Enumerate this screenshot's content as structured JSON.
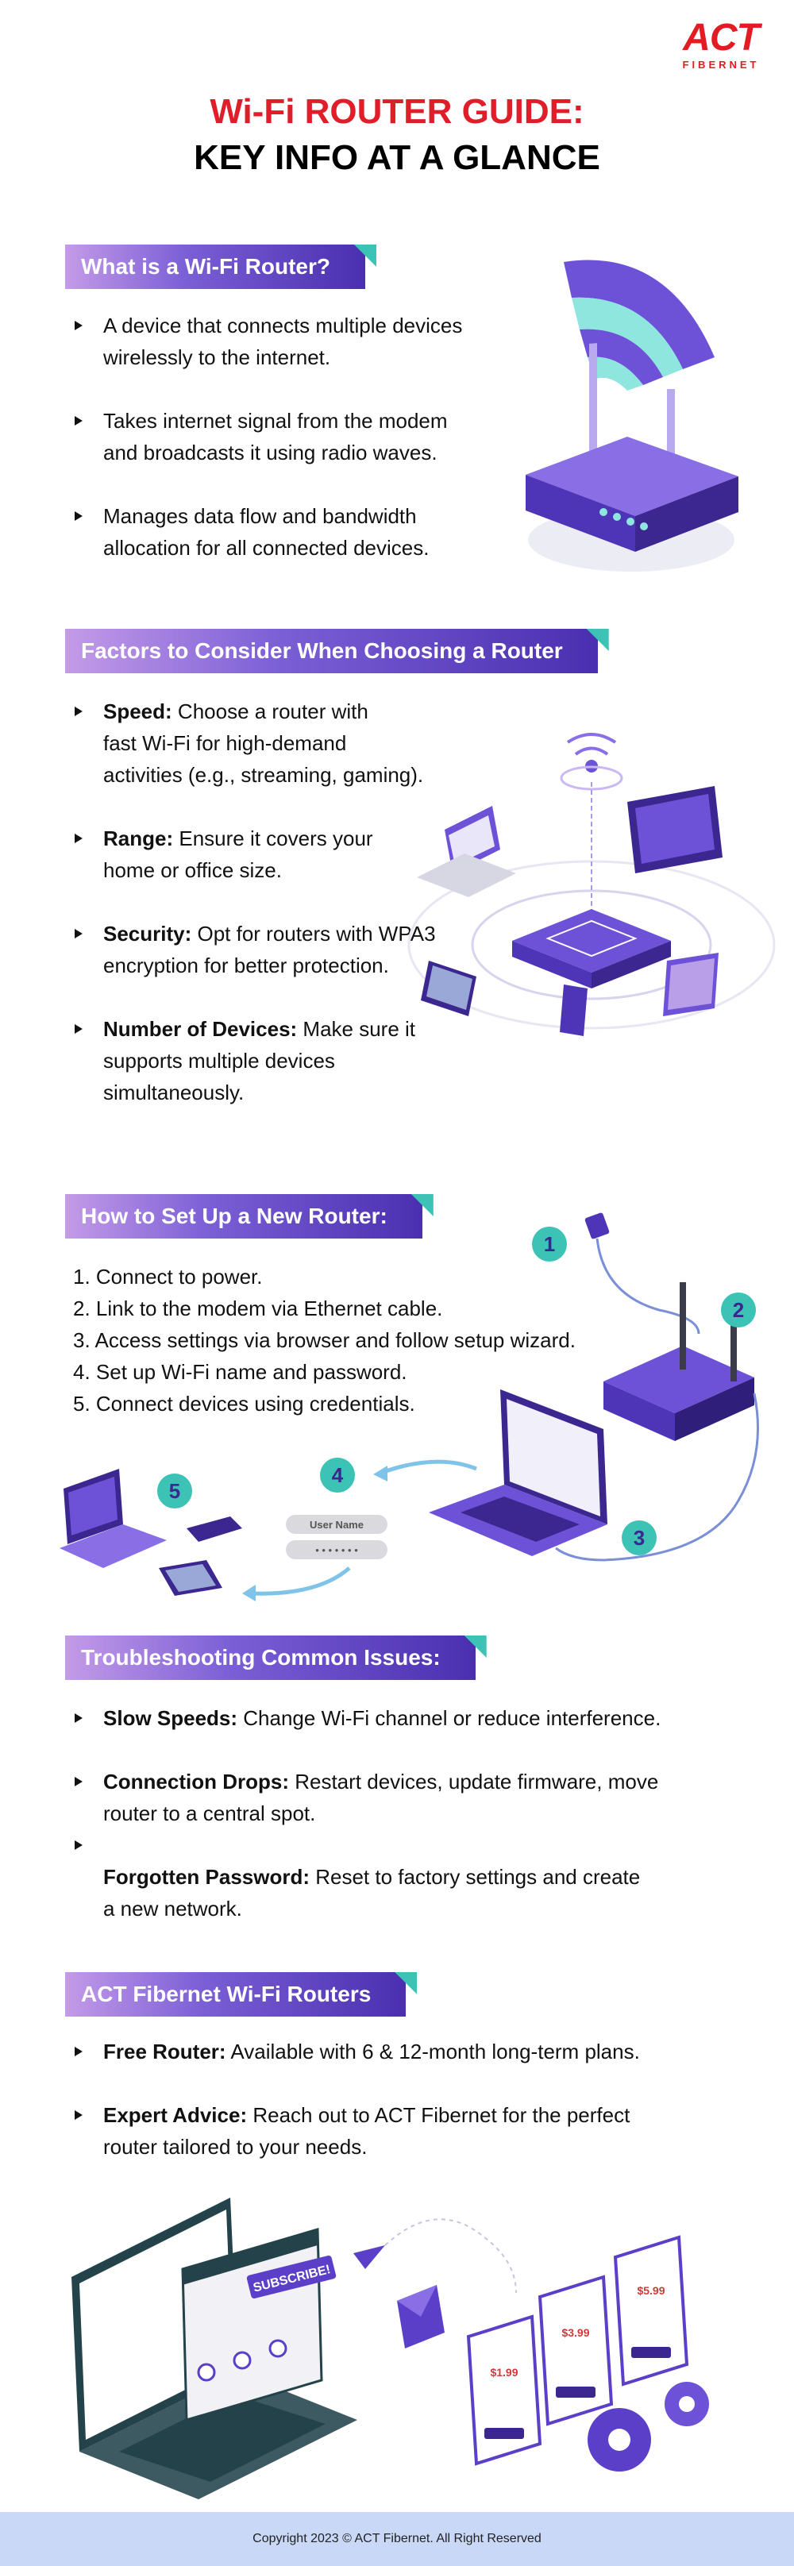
{
  "logo": {
    "brand": "ACT",
    "sub": "FIBERNET"
  },
  "title": {
    "line1": "Wi-Fi ROUTER GUIDE:",
    "line2": "KEY INFO AT A GLANCE"
  },
  "sections": {
    "what": {
      "heading": "What is a Wi-Fi Router?",
      "items": [
        {
          "line1": "A device that connects multiple devices",
          "line2": "wirelessly to the internet."
        },
        {
          "line1": "Takes internet signal from the modem",
          "line2": "and broadcasts it using radio waves."
        },
        {
          "line1": "Manages data flow and bandwidth",
          "line2": "allocation for all connected devices."
        }
      ]
    },
    "factors": {
      "heading": "Factors to Consider When Choosing a Router",
      "items": [
        {
          "bold": "Speed:",
          "line1": " Choose a router with",
          "line2": "fast Wi-Fi for high-demand",
          "line3": "activities (e.g., streaming, gaming)."
        },
        {
          "bold": "Range:",
          "line1": " Ensure it covers your",
          "line2": "home or office size."
        },
        {
          "bold": "Security:",
          "line1": " Opt for routers with WPA3",
          "line2": "encryption for better protection."
        },
        {
          "bold": "Number of Devices:",
          "line1": " Make sure it",
          "line2": "supports multiple devices",
          "line3": "simultaneously."
        }
      ]
    },
    "setup": {
      "heading": "How to Set Up a New Router:",
      "steps": [
        "1.  Connect to power.",
        "2.  Link to the modem via Ethernet cable.",
        "3.  Access settings via browser and follow setup wizard.",
        "4.  Set up Wi-Fi name and password.",
        "5.  Connect devices using credentials."
      ],
      "badges": [
        "1",
        "2",
        "3",
        "4",
        "5"
      ],
      "form": {
        "username": "User Name",
        "password": "• • • • • • •"
      }
    },
    "trouble": {
      "heading": "Troubleshooting Common Issues:",
      "items": [
        {
          "bold": "Slow Speeds:",
          "line1": " Change Wi-Fi channel or reduce interference."
        },
        {
          "bold": "Connection Drops:",
          "line1": " Restart devices, update firmware, move",
          "line2": "router to a central spot."
        },
        {
          "bold": "Forgotten Password:",
          "line1": " Reset to factory settings and create",
          "line2": "a new network."
        }
      ]
    },
    "act": {
      "heading": "ACT Fibernet Wi-Fi Routers",
      "items": [
        {
          "bold": "Free Router:",
          "line1": " Available with 6 & 12-month long-term plans."
        },
        {
          "bold": "Expert Advice:",
          "line1": " Reach out to ACT Fibernet for the perfect",
          "line2": "router tailored to your needs."
        }
      ],
      "subscribe": "SUBSCRIBE!",
      "prices": [
        "$1.99",
        "$3.99",
        "$5.99"
      ]
    }
  },
  "footer": {
    "copyright": "Copyright 2023 © ACT Fibernet. All Right Reserved"
  },
  "colors": {
    "red": "#e01e2a",
    "purple": "#5b3fc9",
    "teal": "#3cc3b5",
    "footer_bg": "#c9d8f7"
  }
}
